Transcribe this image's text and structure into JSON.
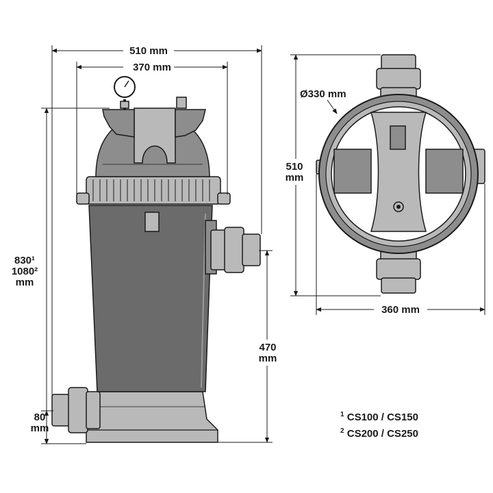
{
  "dimensions": {
    "total_width": "510 mm",
    "body_width": "370 mm",
    "top_diameter": "Ø330 mm",
    "top_view_height": "510",
    "top_view_height_unit": "mm",
    "top_view_width": "360 mm",
    "total_height_1": "830¹",
    "total_height_2": "1080²",
    "total_height_unit": "mm",
    "outlet_height": "470",
    "outlet_height_unit": "mm",
    "inlet_height": "80",
    "inlet_height_unit": "mm"
  },
  "legend": {
    "item1_marker": "1",
    "item1_text": "CS100 / CS150",
    "item2_marker": "2",
    "item2_text": "CS200 / CS250"
  }
}
